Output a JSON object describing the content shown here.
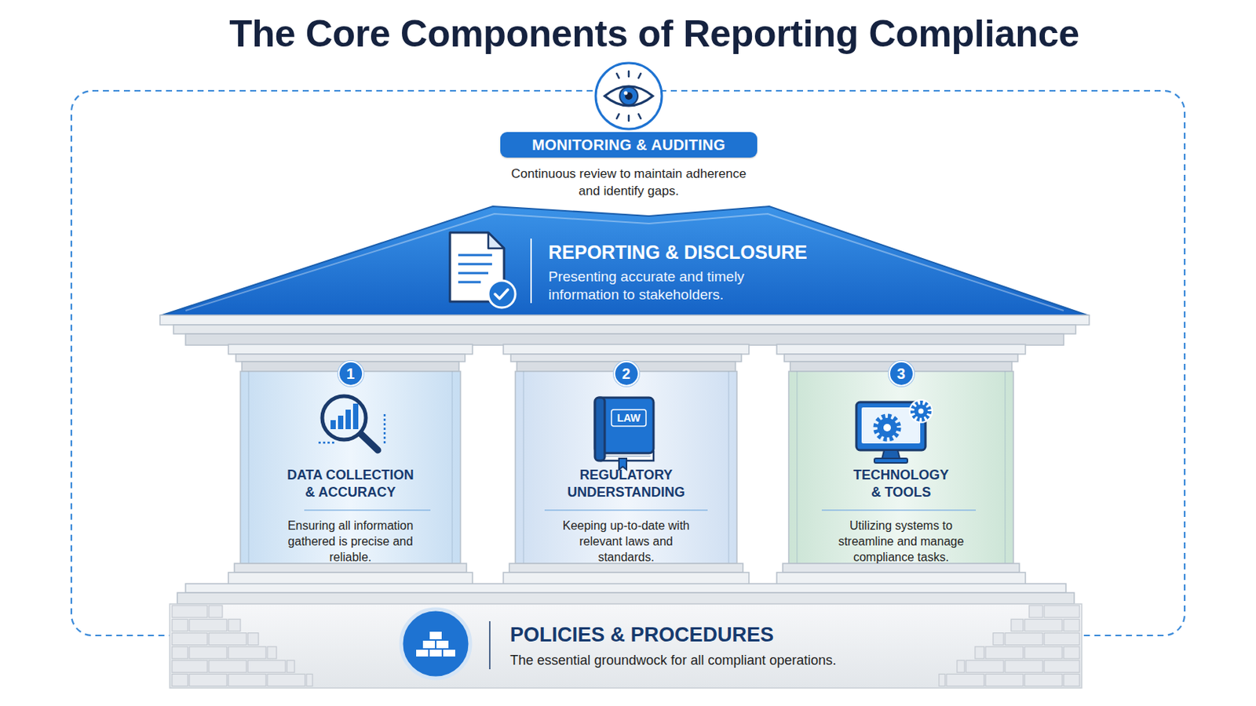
{
  "diagram": {
    "title": "The Core Components of Reporting Compliance",
    "nodes": [
      {
        "text": [
          "MONITORING & AUDITING",
          "Continuous review to maintain adherence and identify gaps."
        ]
      },
      {
        "text": [
          "REPORTING & DISCLOSURE",
          "Presenting accurate and timely information to stakeholders."
        ],
        "in": 0
      },
      {
        "text": [
          "1",
          "DATA COLLECTION & ACCURACY",
          "Ensuring all information gathered is precise and reliable."
        ],
        "in": 0
      },
      {
        "text": [
          "2",
          "REGULATORY UNDERSTANDING",
          "Keeping up-to-date with relevant laws and standards."
        ],
        "in": 0
      },
      {
        "text": [
          "3",
          "TECHNOLOGY & TOOLS",
          "Utilizing systems to streamline and manage compliance tasks."
        ],
        "in": 0
      },
      {
        "text": [
          "POLICIES & PROCEDURES",
          "The essential groundwock for all compliant operations."
        ],
        "in": 0
      }
    ],
    "labels": [
      "LAW"
    ]
  }
}
